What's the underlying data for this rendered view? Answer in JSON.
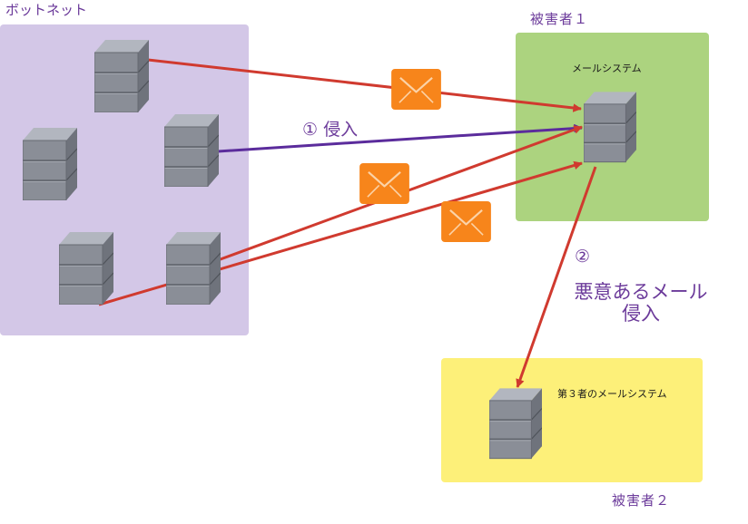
{
  "labels": {
    "botnet": "ボットネット",
    "victim1": "被害者１",
    "victim2": "被害者２",
    "mail_system": "メールシステム",
    "third_party_mail_system": "第３者のメールシステム"
  },
  "steps": {
    "step1": "① 侵入",
    "step2_number": "②",
    "step2_line1": "悪意あるメール",
    "step2_line2": "侵入"
  },
  "colors": {
    "botnet_zone": "#d3c7e7",
    "victim1_zone": "#acd37f",
    "victim2_zone": "#fdf079",
    "label_text": "#6b3a9a",
    "arrow_red": "#d03a2f",
    "arrow_purple": "#5b2c9c",
    "envelope": "#f7851b"
  },
  "icons": {
    "server": "server-icon",
    "envelope": "envelope-icon"
  }
}
